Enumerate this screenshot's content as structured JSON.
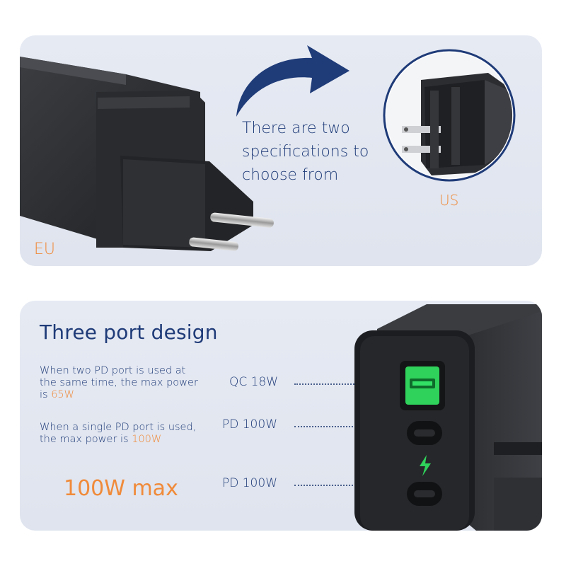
{
  "top_panel": {
    "spec_lines": [
      "There are two",
      "specifications to",
      "choose from"
    ],
    "eu_label": "EU",
    "us_label": "US"
  },
  "bottom_panel": {
    "title": "Three port design",
    "desc1": {
      "line1": "When two PD port is used at",
      "line2": "the same time, the max power",
      "line3_prefix": "is ",
      "value": "65W"
    },
    "desc2": {
      "line1": "When a single PD port is used,",
      "line2_prefix": "the max power is ",
      "value": "100W"
    },
    "max_label": "100W max",
    "ports": [
      {
        "label": "QC 18W"
      },
      {
        "label": "PD 100W"
      },
      {
        "label": "PD 100W"
      }
    ]
  },
  "colors": {
    "accent_orange": "#f08a3a",
    "navy": "#1f3b78",
    "qc_port_green": "#2fd25a"
  }
}
